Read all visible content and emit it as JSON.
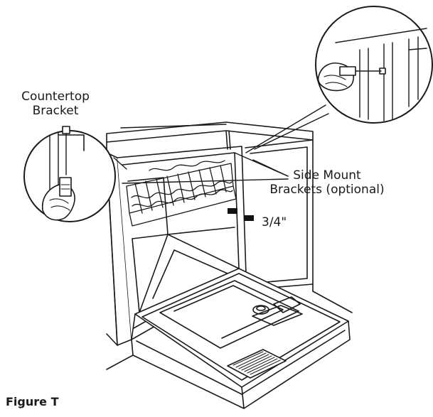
{
  "labels": {
    "countertop_bracket": [
      "Countertop",
      "Bracket"
    ],
    "side_mount_brackets": [
      "Side Mount",
      "Brackets (optional)"
    ],
    "gap": "3/4\"",
    "figure": "Figure T"
  },
  "colors": {
    "line": "#1a1a1a",
    "background": "#ffffff",
    "bracket_fill": "#111111"
  }
}
